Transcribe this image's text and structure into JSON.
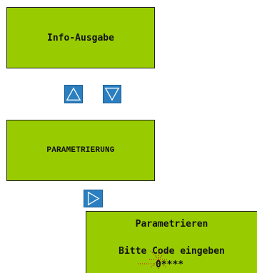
{
  "screens": {
    "info": {
      "title": "Info-Ausgabe"
    },
    "param": {
      "title": "PARAMETRIERUNG"
    },
    "code": {
      "title": "Parametrieren",
      "prompt": "Bitte Code eingeben",
      "code_value": "0****"
    }
  },
  "nav": {
    "up_icon": "triangle-up-icon",
    "down_icon": "triangle-down-icon",
    "right_icon": "triangle-right-icon"
  },
  "colors": {
    "lcd_background": "#99cc00",
    "button_blue": "#2b7fc0",
    "cursor_red": "#cc0000"
  }
}
